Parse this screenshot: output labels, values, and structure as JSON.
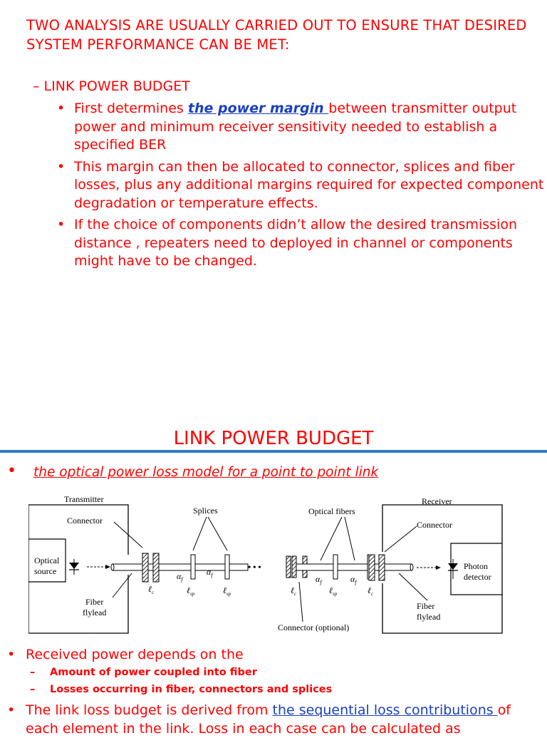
{
  "slide1": {
    "intro": "TWO  ANALYSIS ARE USUALLY CARRIED OUT TO ENSURE THAT DESIRED SYSTEM PERFORMANCE CAN BE MET:",
    "subheading": "– LINK POWER BUDGET",
    "bullet1_pre": "First determines ",
    "bullet1_link": "the power margin ",
    "bullet1_post": "between transmitter output power and minimum receiver sensitivity needed to establish a specified BER",
    "bullet2": "This margin can then be allocated to connector, splices and fiber losses, plus any additional margins required for expected component degradation or temperature effects.",
    "bullet3": "If the choice of components didn’t allow the desired transmission distance , repeaters need to deployed in channel or components might have to be changed."
  },
  "slide2": {
    "title": "LINK POWER BUDGET",
    "bullet_main": "the optical power loss model for a point to point link",
    "diagram": {
      "transmitter": "Transmitter",
      "receiver": "Receiver",
      "connector_left": "Connector",
      "connector_right": "Connector",
      "splices": "Splices",
      "optical_fibers": "Optical fibers",
      "optical_source_1": "Optical",
      "optical_source_2": "source",
      "photon_detector_1": "Photon",
      "photon_detector_2": "detector",
      "fiber_flylead_left_1": "Fiber",
      "fiber_flylead_left_2": "flylead",
      "fiber_flylead_right_1": "Fiber",
      "fiber_flylead_right_2": "flylead",
      "connector_optional": "Connector (optional)",
      "alpha": "α",
      "sub_f": "f",
      "ell": "ℓ",
      "sub_c": "c",
      "sub_sp": "sp"
    },
    "received_power": "Received power depends on the",
    "sub1": "Amount of power coupled into fiber",
    "sub2": "Losses occurring in fiber, connectors and splices",
    "link_loss_pre": "The link loss budget is derived from ",
    "link_loss_link": "the sequential loss contributions ",
    "link_loss_post": "of",
    "link_loss_line2": "each element in the link. Loss in each case can be calculated as"
  },
  "symbols": {
    "bullet": "•",
    "dash": "–"
  },
  "colors": {
    "text_red": "#ff0000",
    "link_blue": "#1a40c0",
    "rule_blue": "#2a7cc7"
  }
}
